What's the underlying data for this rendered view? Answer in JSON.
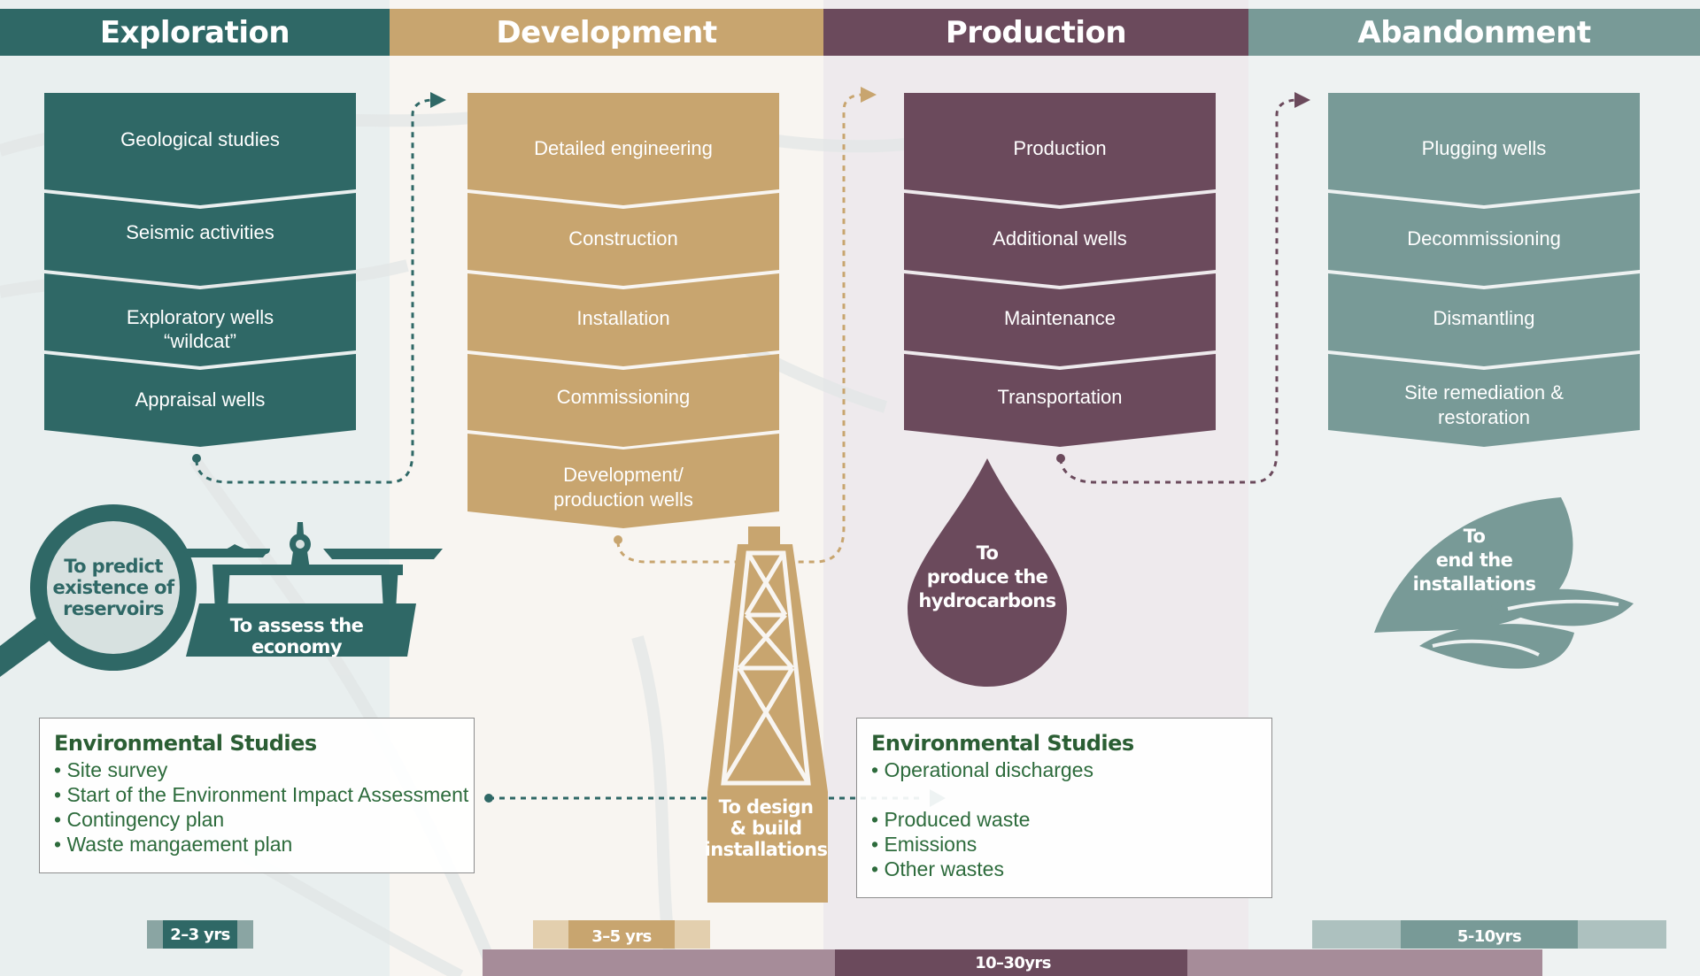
{
  "colors": {
    "exploration": "#2f6866",
    "development": "#c8a56f",
    "production": "#6b4a5c",
    "abandonment": "#789a97",
    "env_text": "#2b5e34"
  },
  "phases": [
    {
      "name": "Exploration",
      "steps": [
        "Geological studies",
        "Seismic activities",
        "Exploratory wells\n“wildcat”",
        "Appraisal wells"
      ],
      "purpose_labels": [
        "To predict\nexistence of\nreservoirs",
        "To assess the\neconomy"
      ],
      "icons": [
        "magnifier-icon",
        "scales-icon"
      ],
      "duration": "2–3 yrs"
    },
    {
      "name": "Development",
      "steps": [
        "Detailed engineering",
        "Construction",
        "Installation",
        "Commissioning",
        "Development/\nproduction wells"
      ],
      "purpose_labels": [
        "To design\n& build\ninstallations"
      ],
      "icons": [
        "drilling-rig-icon"
      ],
      "duration": "3–5 yrs"
    },
    {
      "name": "Production",
      "steps": [
        "Production",
        "Additional wells",
        "Maintenance",
        "Transportation"
      ],
      "purpose_labels": [
        "To\nproduce the\nhydrocarbons"
      ],
      "icons": [
        "oil-drop-icon"
      ],
      "duration": "10–30yrs"
    },
    {
      "name": "Abandonment",
      "steps": [
        "Plugging wells",
        "Decommissioning",
        "Dismantling",
        "Site remediation &\nrestoration"
      ],
      "purpose_labels": [
        "To\nend the\ninstallations"
      ],
      "icons": [
        "leaf-icon"
      ],
      "duration": "5-10yrs"
    }
  ],
  "env_studies": [
    {
      "title": "Environmental Studies",
      "items": [
        "Site survey",
        "Start of the Environment Impact Assessment",
        "Contingency plan",
        "Waste mangaement plan"
      ]
    },
    {
      "title": "Environmental Studies",
      "items": [
        "Operational discharges",
        "Produced waste",
        "Emissions",
        "Other wastes"
      ]
    }
  ]
}
